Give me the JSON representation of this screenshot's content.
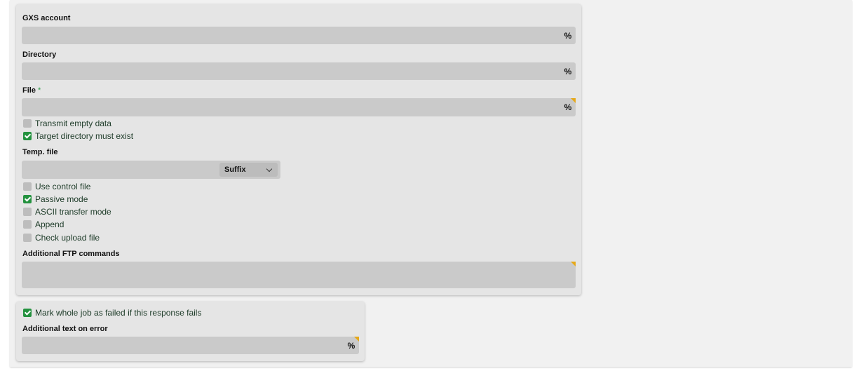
{
  "main": {
    "gxs_account": {
      "label": "GXS account",
      "value": "",
      "var_icon": "percent-icon"
    },
    "directory": {
      "label": "Directory",
      "value": "",
      "var_icon": "percent-icon"
    },
    "file": {
      "label": "File",
      "required_mark": "*",
      "value": "",
      "var_icon": "percent-icon"
    },
    "checks_1": [
      {
        "label": "Transmit empty data",
        "checked": false
      },
      {
        "label": "Target directory must exist",
        "checked": true
      }
    ],
    "temp_file": {
      "label": "Temp. file",
      "value": "",
      "select_value": "Suffix"
    },
    "checks_2": [
      {
        "label": "Use control file",
        "checked": false
      },
      {
        "label": "Passive mode",
        "checked": true
      },
      {
        "label": "ASCII transfer mode",
        "checked": false
      },
      {
        "label": "Append",
        "checked": false
      },
      {
        "label": "Check upload file",
        "checked": false
      }
    ],
    "ftp_commands": {
      "label": "Additional FTP commands",
      "value": ""
    }
  },
  "error": {
    "mark_failed": {
      "label": "Mark whole job as failed if this response fails",
      "checked": true
    },
    "additional_text": {
      "label": "Additional text on error",
      "value": "",
      "var_icon": "percent-icon"
    }
  },
  "colors": {
    "check_on": "#24923f",
    "required_corner": "#e6a817"
  }
}
